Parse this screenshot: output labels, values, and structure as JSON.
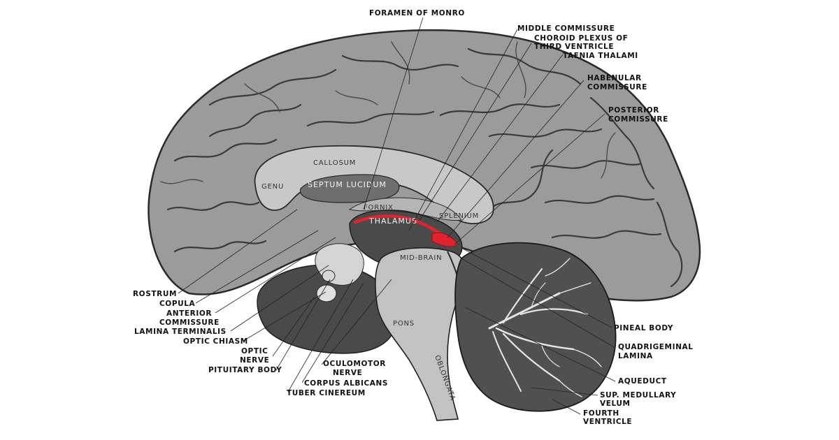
{
  "labels": {
    "foramen_of_monro": "FORAMEN OF MONRO",
    "middle_commissure": "MIDDLE COMMISSURE",
    "choroid_plexus_1": "CHOROID PLEXUS OF",
    "choroid_plexus_2": "THIRD VENTRICLE",
    "taenia_thalami": "TAENIA THALAMI",
    "habenular_1": "HABENULAR",
    "habenular_2": "COMMISSURE",
    "posterior_1": "POSTERIOR",
    "posterior_2": "COMMISSURE",
    "rostrum": "ROSTRUM",
    "copula": "COPULA",
    "anterior_1": "ANTERIOR",
    "anterior_2": "COMMISSURE",
    "lamina_terminalis": "LAMINA TERMINALIS",
    "optic_chiasm": "OPTIC CHIASM",
    "optic_nerve_1": "OPTIC",
    "optic_nerve_2": "NERVE",
    "pituitary_body": "PITUITARY BODY",
    "oculomotor_1": "OCULOMOTOR",
    "oculomotor_2": "NERVE",
    "corpus_albicans": "CORPUS ALBICANS",
    "tuber_cinereum": "TUBER CINEREUM",
    "pineal_body": "PINEAL BODY",
    "quadrigeminal_1": "QUADRIGEMINAL",
    "quadrigeminal_2": "LAMINA",
    "aqueduct": "AQUEDUCT",
    "sup_medullary_1": "SUP. MEDULLARY",
    "sup_medullary_2": "VELUM",
    "fourth_1": "FOURTH",
    "fourth_2": "VENTRICLE"
  },
  "inner_labels": {
    "callosum": "CALLOSUM",
    "genu": "GENU",
    "septum_lucidum": "SEPTUM LUCIDUM",
    "fornix": "FORNIX",
    "thalamus": "THALAMUS",
    "splenium": "SPLENIUM",
    "mid_brain": "MID-BRAIN",
    "pons": "PONS",
    "oblongata": "OBLONGATA"
  },
  "colors": {
    "cortex": "#9b9b9b",
    "callosum": "#c8c8c8",
    "septum": "#6e6e6e",
    "deep": "#4a4a4a",
    "cerebellum": "#505050",
    "highlight": "#e0232f"
  }
}
